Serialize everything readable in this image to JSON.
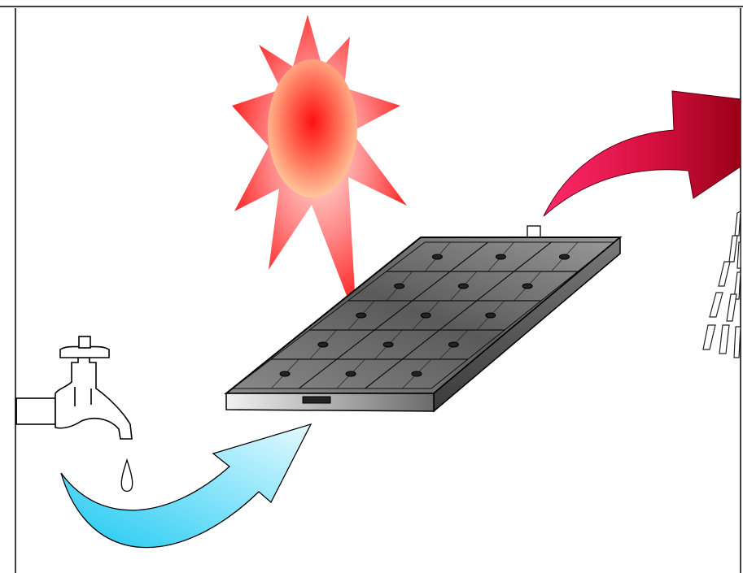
{
  "diagram": {
    "elements": [
      {
        "name": "sun",
        "icon": "sun-icon"
      },
      {
        "name": "solar-water-heater-panel",
        "icon": "solar-panel-icon"
      },
      {
        "name": "water-tap",
        "icon": "faucet-icon"
      },
      {
        "name": "cold-water-inflow-arrow",
        "icon": "curved-arrow-icon"
      },
      {
        "name": "hot-water-outflow-arrow",
        "icon": "curved-arrow-icon"
      },
      {
        "name": "shower-spray",
        "icon": "shower-spray-icon"
      }
    ],
    "colors": {
      "sun_outer": "#ff1a1a",
      "sun_core": "#ffb080",
      "cold_arrow_start": "#1ec8f0",
      "cold_arrow_end": "#e6faff",
      "hot_arrow_start": "#ff2a6a",
      "hot_arrow_end": "#9a0018",
      "panel_dark": "#4a4a4a",
      "panel_light": "#d0d0d0"
    }
  }
}
